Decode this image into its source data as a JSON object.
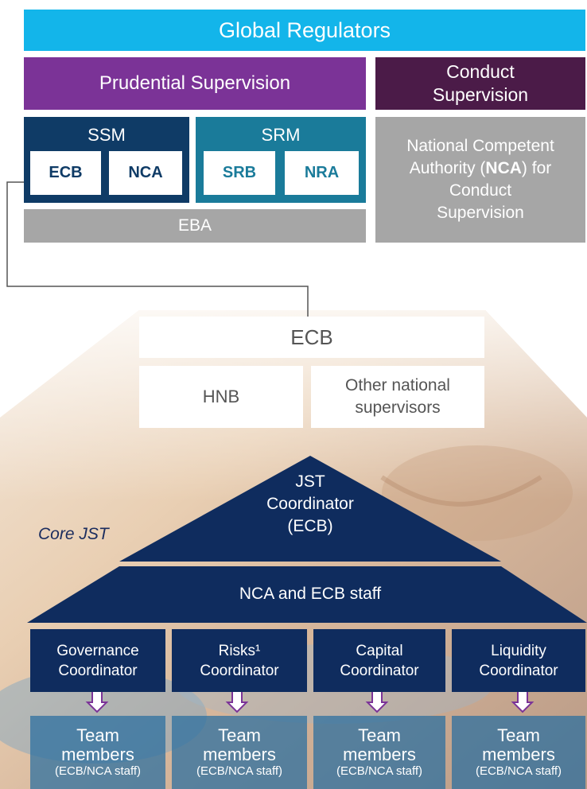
{
  "global": "Global Regulators",
  "prudential": "Prudential Supervision",
  "conduct": [
    "Conduct",
    "Supervision"
  ],
  "ssm": {
    "title": "SSM",
    "items": [
      "ECB",
      "NCA"
    ]
  },
  "srm": {
    "title": "SRM",
    "items": [
      "SRB",
      "NRA"
    ]
  },
  "eba": "EBA",
  "nca_conduct": {
    "line1": "National Competent",
    "line2_pre": "Authority (",
    "line2_bold": "NCA",
    "line2_post": ") for",
    "line3": "Conduct",
    "line4": "Supervision"
  },
  "ecb": "ECB",
  "hnb": "HNB",
  "other": [
    "Other national",
    "supervisors"
  ],
  "jst": [
    "JST",
    "Coordinator",
    "(ECB)"
  ],
  "core_jst": "Core JST",
  "staff": "NCA and ECB staff",
  "coordinators": [
    {
      "line1": "Governance",
      "line2": "Coordinator"
    },
    {
      "line1": "Risks¹",
      "line2": "Coordinator"
    },
    {
      "line1": "Capital",
      "line2": "Coordinator"
    },
    {
      "line1": "Liquidity",
      "line2": "Coordinator"
    }
  ],
  "team": {
    "line1": "Team",
    "line2": "members",
    "line3": "(ECB/NCA staff)"
  },
  "colors": {
    "global": "#13b5ea",
    "prudential": "#7b3397",
    "conduct": "#4b1b48",
    "ssm": "#0f3b66",
    "srm": "#1a7b9a",
    "grey": "#a6a6a6",
    "navy": "#0f2c5e"
  }
}
